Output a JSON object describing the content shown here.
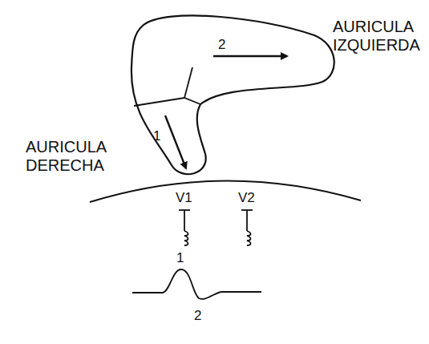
{
  "diagram": {
    "labels": [
      "AURICULA IZQUIERDA",
      "AURICULA DERECHA",
      "1",
      "2",
      "V1",
      "V2",
      "1",
      "2"
    ]
  }
}
